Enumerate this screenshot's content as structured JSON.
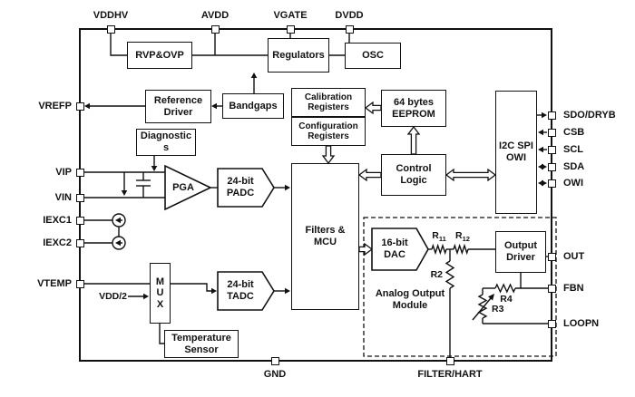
{
  "pins": {
    "top": [
      "VDDHV",
      "AVDD",
      "VGATE",
      "DVDD"
    ],
    "bottom": [
      "GND",
      "FILTER/HART"
    ],
    "left": [
      "VREFP",
      "VIP",
      "VIN",
      "IEXC1",
      "IEXC2",
      "VTEMP"
    ],
    "right": [
      "SDO/DRYB",
      "CSB",
      "SCL",
      "SDA",
      "OWI",
      "OUT",
      "FBN",
      "LOOPN"
    ]
  },
  "blocks": {
    "rvp_ovp": "RVP&OVP",
    "regulators": "Regulators",
    "osc": "OSC",
    "reference_driver": "Reference Driver",
    "bandgaps": "Bandgaps",
    "calibration_registers": "Calibration Registers",
    "configuration_registers": "Configuration Registers",
    "eeprom": "64 bytes EEPROM",
    "interface": "I2C SPI OWI",
    "diagnostics": "Diagnostics",
    "pga": "PGA",
    "padc": "24-bit PADC",
    "filters_mcu": "Filters & MCU",
    "control_logic": "Control Logic",
    "dac": "16-bit DAC",
    "output_driver": "Output Driver",
    "mux": "MUX",
    "tadc": "24-bit TADC",
    "temperature_sensor": "Temperature Sensor",
    "analog_output_module": "Analog Output Module",
    "vdd_half": "VDD/2"
  },
  "resistors": {
    "r11": {
      "base": "R",
      "sub": "11"
    },
    "r12": {
      "base": "R",
      "sub": "12"
    },
    "r2": "R2",
    "r3": "R3",
    "r4": "R4"
  },
  "colors": {
    "line": "#111111",
    "background": "#ffffff"
  }
}
